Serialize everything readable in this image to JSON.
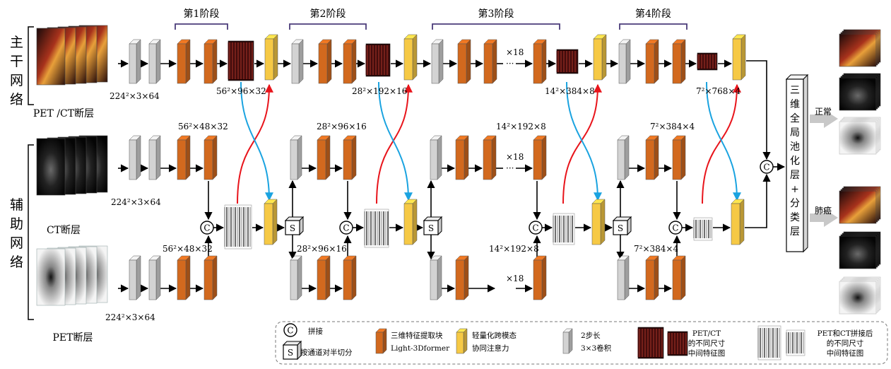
{
  "side_labels": {
    "backbone": [
      "主",
      "干",
      "网",
      "络"
    ],
    "aux": [
      "辅",
      "助",
      "网",
      "络"
    ]
  },
  "input_labels": {
    "petct": "PET /CT断层",
    "ct": "CT断层",
    "pet": "PET断层"
  },
  "stages": [
    "第1阶段",
    "第2阶段",
    "第3阶段",
    "第4阶段"
  ],
  "dims": {
    "in_main": "224²×3×64",
    "in_ct": "224²×3×64",
    "in_pet": "224²×3×64",
    "main_s1": "56²×96×32",
    "main_s2": "28²×192×16",
    "main_s3": "14²×384×8",
    "main_s4": "7²×768×4",
    "ct_s1": "56²×48×32",
    "ct_s2": "28²×96×16",
    "ct_s3": "14²×192×8",
    "ct_s4": "7²×384×4",
    "pet_s1": "56²×48×32",
    "pet_s2": "28²×96×16",
    "pet_s3": "14²×192×8",
    "pet_s4": "7²×384×4"
  },
  "repeat_label": "×18",
  "ellipsis": "···",
  "symbols": {
    "concat": "C",
    "split": "S"
  },
  "pool_label": [
    "三",
    "维",
    "全",
    "局",
    "池",
    "化",
    "层",
    "+",
    "分",
    "类",
    "层"
  ],
  "outputs": {
    "normal": "正常",
    "cancer": "肺癌"
  },
  "legend": {
    "concat_label": "拼接",
    "split_label": "按通道对半切分",
    "block_label_1": "三维特征提取块",
    "block_label_2": "Light-3Dformer",
    "attn_label_1": "轻量化跨模态",
    "attn_label_2": "协同注意力",
    "conv_label_1": "2步长",
    "conv_label_2": "3×3卷积",
    "feat_label_1": "PET/CT",
    "feat_label_2": "的不同尺寸",
    "feat_label_3": "中间特征图",
    "cat_feat_label_1": "PET和CT拼接后",
    "cat_feat_label_2": "的不同尺寸",
    "cat_feat_label_3": "中间特征图"
  },
  "colors": {
    "orange": "#d2691e",
    "yellow": "#f6c945",
    "gray": "#d3d3d3",
    "red_arrow": "#e8141b",
    "blue_arrow": "#1aa3e0",
    "bracket": "#4b3c7a"
  }
}
